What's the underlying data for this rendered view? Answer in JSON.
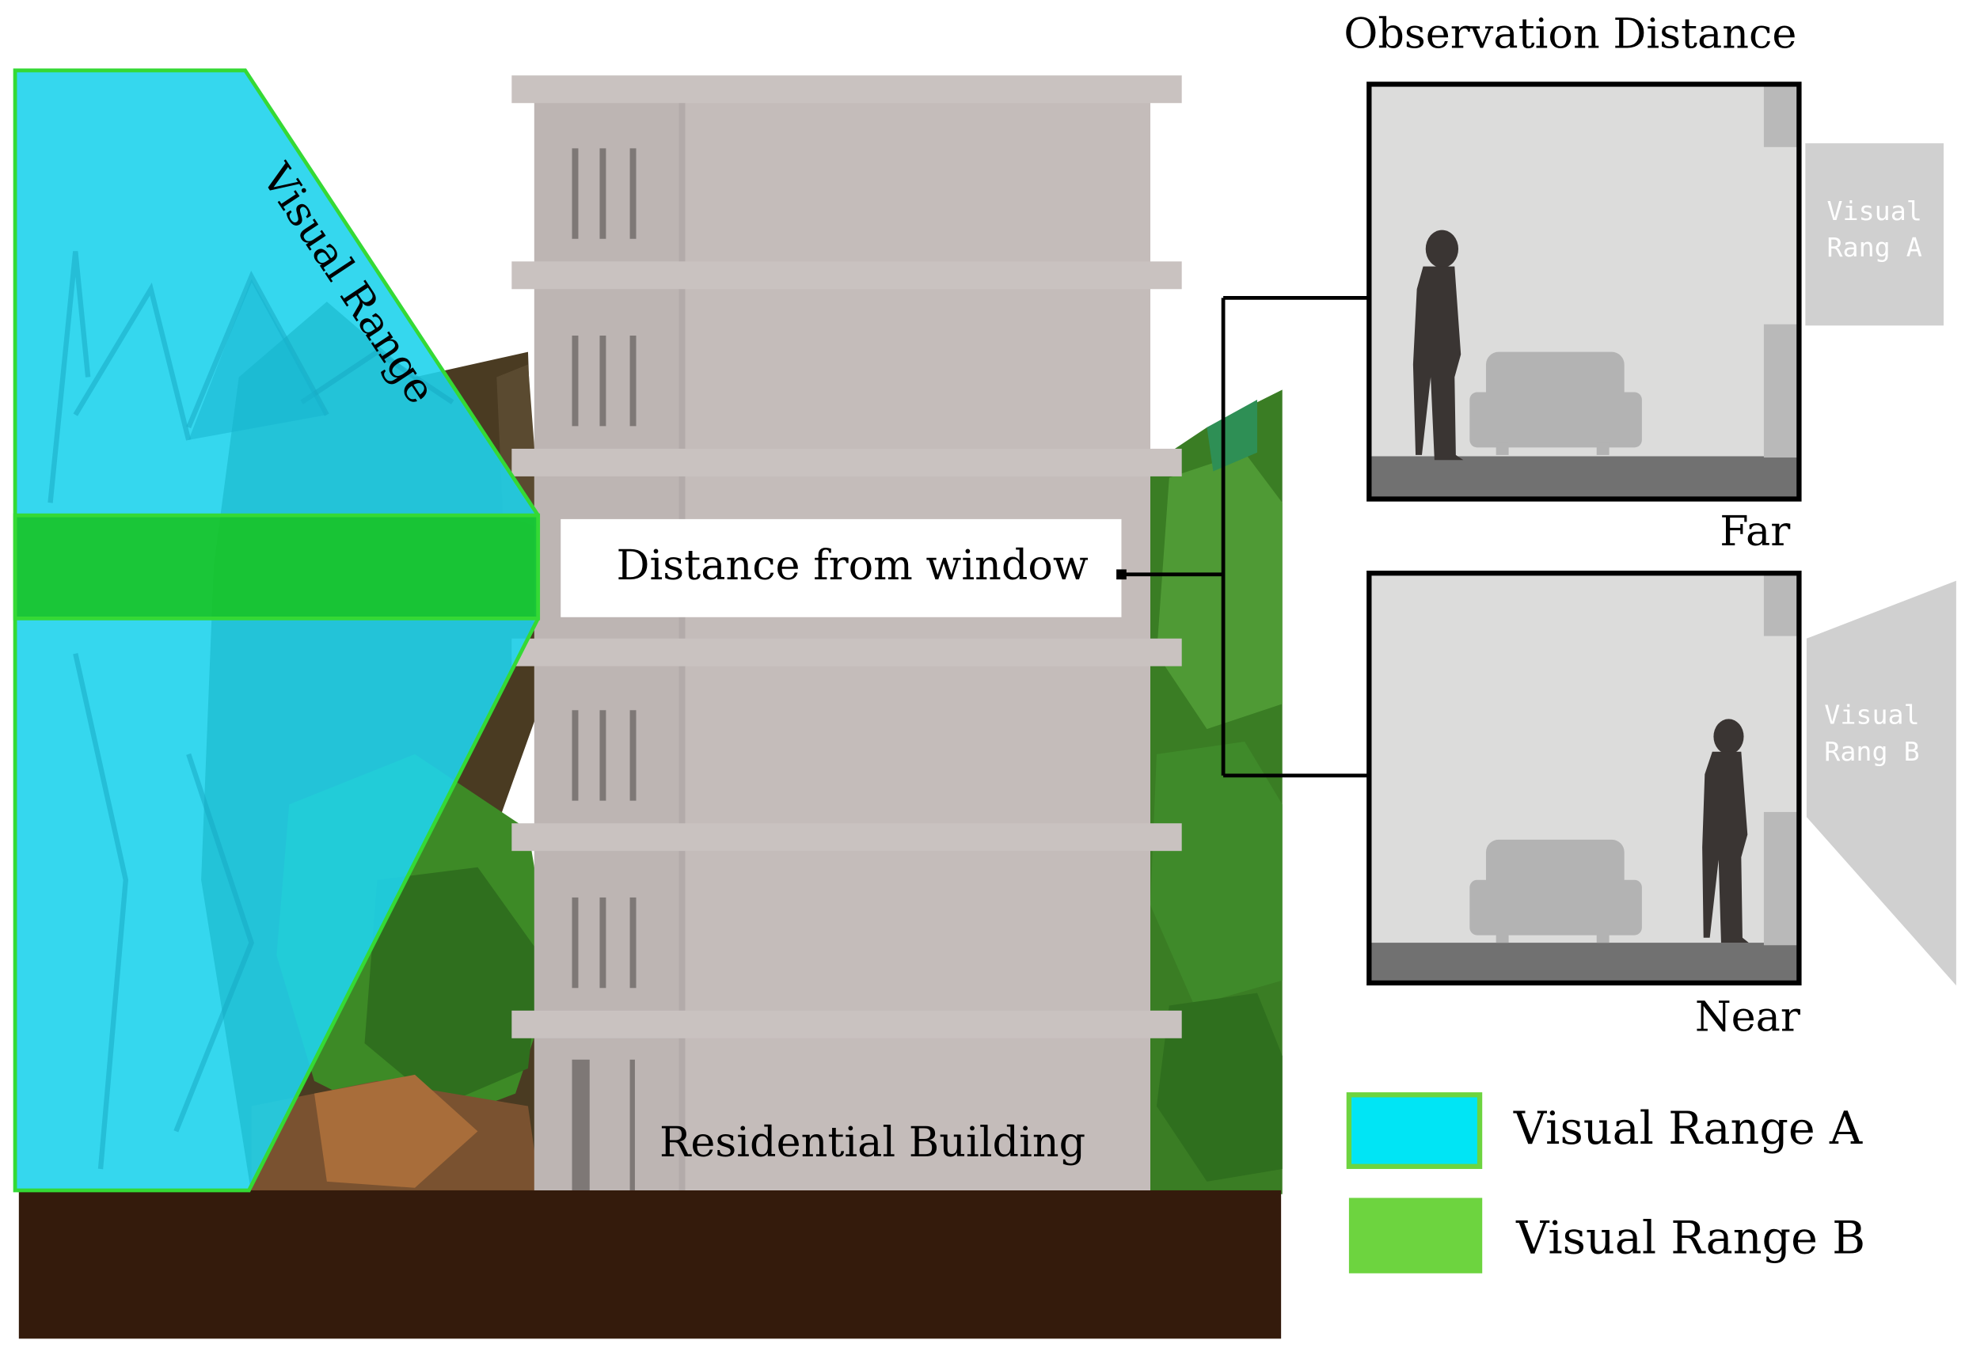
{
  "labels": {
    "visual_range": "Visual Range",
    "distance_from_window": "Distance from window",
    "residential_building": "Residential Building",
    "observation_distance": "Observation Distance",
    "far": "Far",
    "near": "Near",
    "visual_rang_a_line1": "Visual",
    "visual_rang_a_line2": "Rang A",
    "visual_rang_b_line1": "Visual",
    "visual_rang_b_line2": "Rang B"
  },
  "legend": [
    {
      "label": "Visual Range A",
      "color": "#00e5f5"
    },
    {
      "label": "Visual Range B",
      "color": "#6dd43f"
    }
  ],
  "colors": {
    "visual_range_a": "#1fd3ec",
    "visual_range_b": "#17c424",
    "outline_green": "#35d935",
    "building": "#c4bcba",
    "building_dark": "#b6aeac",
    "ground": "#341b0c",
    "foliage": "#3f8a2a",
    "room_bg": "#dcdcdb",
    "room_floor": "#717171",
    "silhouette": "#3a3533",
    "sofa": "#b3b3b3"
  }
}
